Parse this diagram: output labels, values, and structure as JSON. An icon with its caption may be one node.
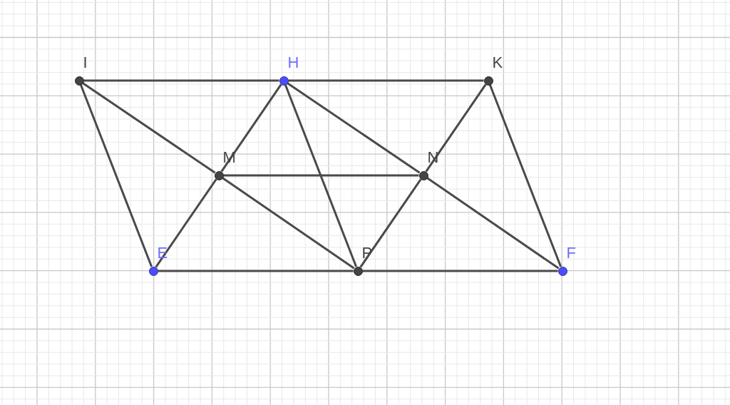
{
  "diagram": {
    "nodes": [
      {
        "text": [
          "I"
        ]
      },
      {
        "text": [
          "H"
        ]
      },
      {
        "text": [
          "K"
        ]
      },
      {
        "text": [
          "M"
        ]
      },
      {
        "text": [
          "N"
        ]
      },
      {
        "text": [
          "E"
        ]
      },
      {
        "text": [
          "P"
        ]
      },
      {
        "text": [
          "F"
        ]
      }
    ],
    "edges": [
      {
        "from": 0,
        "to": 1,
        "arrow": "none"
      },
      {
        "from": 1,
        "to": 2,
        "arrow": "none"
      },
      {
        "from": 0,
        "to": 5,
        "arrow": "none"
      },
      {
        "from": 0,
        "to": 3,
        "arrow": "none"
      },
      {
        "from": 3,
        "to": 6,
        "arrow": "none"
      },
      {
        "from": 1,
        "to": 3,
        "arrow": "none"
      },
      {
        "from": 3,
        "to": 5,
        "arrow": "none"
      },
      {
        "from": 1,
        "to": 6,
        "arrow": "none"
      },
      {
        "from": 1,
        "to": 4,
        "arrow": "none"
      },
      {
        "from": 4,
        "to": 7,
        "arrow": "none"
      },
      {
        "from": 2,
        "to": 4,
        "arrow": "none"
      },
      {
        "from": 4,
        "to": 6,
        "arrow": "none"
      },
      {
        "from": 2,
        "to": 7,
        "arrow": "none"
      },
      {
        "from": 3,
        "to": 4,
        "arrow": "none"
      },
      {
        "from": 5,
        "to": 6,
        "arrow": "none"
      },
      {
        "from": 6,
        "to": 7,
        "arrow": "none"
      }
    ]
  }
}
